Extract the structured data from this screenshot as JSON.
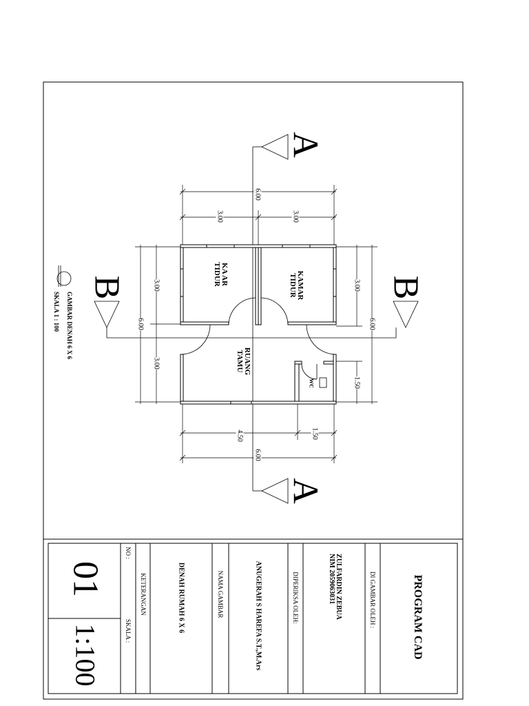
{
  "plan": {
    "section_a": "A",
    "section_b": "B",
    "room_bedroom_1": [
      "KA AR",
      "TIDUR"
    ],
    "room_bedroom_2": [
      "KAMAR",
      "TIDUR"
    ],
    "room_living": [
      "RUANG",
      "TAMU"
    ],
    "room_wc": "WC",
    "dim_top_total": "6.00",
    "dim_top_left": "3.00",
    "dim_top_right": "3.00",
    "dim_left_total": "6.00",
    "dim_left_top": "3.00",
    "dim_left_bottom": "3.00",
    "dim_right_total": "6.00",
    "dim_right_top": "3.00",
    "dim_right_wc": "1.50",
    "dim_bottom_total": "6.00",
    "dim_bottom_left": "4.50",
    "dim_bottom_right": "1.50",
    "caption_title": "GAMBAR DENAH 6 X 6",
    "caption_scale": "SKALA 1 : 100"
  },
  "title_block": {
    "program": "PROGRAM CAD",
    "drawn_by_label": "DI GAMBAR OLEH :",
    "drawn_by_name": "ZULFARDIN ZEBUA",
    "drawn_by_nim": "NIM 2059063031",
    "checked_by_label": "DIPERIKSA OLEH:",
    "checked_by_name": "ANUGERAH S HAREFA S.T.,M.Ars",
    "drawing_name_label": "NAMA GAMBAR",
    "drawing_name": "DENAH RUMAH 6 X 6",
    "notes_label": "KETERANGAN",
    "no_label": "NO :",
    "scale_label": "SKALA :",
    "sheet_no": "01",
    "scale_value": "1:100"
  }
}
